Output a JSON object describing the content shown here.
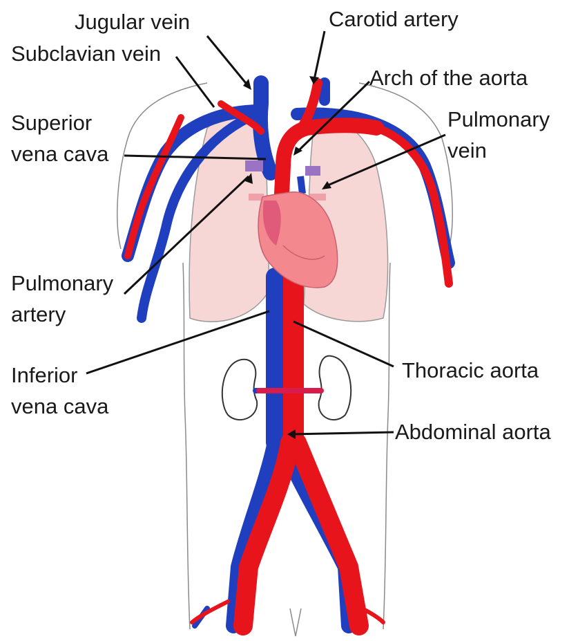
{
  "diagram": {
    "labels": {
      "jugular_vein": "Jugular vein",
      "carotid_artery": "Carotid artery",
      "subclavian_vein": "Subclavian vein",
      "arch_of_aorta": "Arch of the aorta",
      "superior_vena_cava_1": "Superior",
      "superior_vena_cava_2": "vena cava",
      "pulmonary_vein_1": "Pulmonary",
      "pulmonary_vein_2": "vein",
      "pulmonary_artery_1": "Pulmonary",
      "pulmonary_artery_2": "artery",
      "inferior_vena_cava_1": "Inferior",
      "inferior_vena_cava_2": "vena cava",
      "thoracic_aorta": "Thoracic aorta",
      "abdominal_aorta": "Abdominal aorta"
    },
    "colors": {
      "artery": "#e8141c",
      "vein": "#1f3fbf",
      "lung": "#f7d6d6",
      "heart": "#f4888f",
      "heart_dark": "#e05a79",
      "pulmonary_artery": "#9b73c4",
      "pulmonary_vein": "#f0a0a8",
      "outline": "#8a8a8a"
    }
  }
}
